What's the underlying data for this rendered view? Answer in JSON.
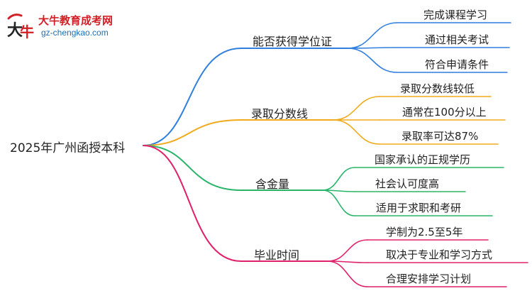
{
  "logo": {
    "title": "大牛教育成考网",
    "url": "gz-chengkao.com"
  },
  "root": "2025年广州函授本科",
  "branches": [
    {
      "label": "能否获得学位证",
      "color": "#2f7fe0",
      "leaves": [
        "完成课程学习",
        "通过相关考试",
        "符合申请条件"
      ]
    },
    {
      "label": "录取分数线",
      "color": "#f0aa1a",
      "leaves": [
        "录取分数线较低",
        "通常在100分以上",
        "录取率可达87%"
      ]
    },
    {
      "label": "含金量",
      "color": "#28b56a",
      "leaves": [
        "国家承认的正规学历",
        "社会认可度高",
        "适用于求职和考研"
      ]
    },
    {
      "label": "毕业时间",
      "color": "#e0206a",
      "leaves": [
        "学制为2.5至5年",
        "取决于专业和学习方式",
        "合理安排学习计划"
      ]
    }
  ]
}
